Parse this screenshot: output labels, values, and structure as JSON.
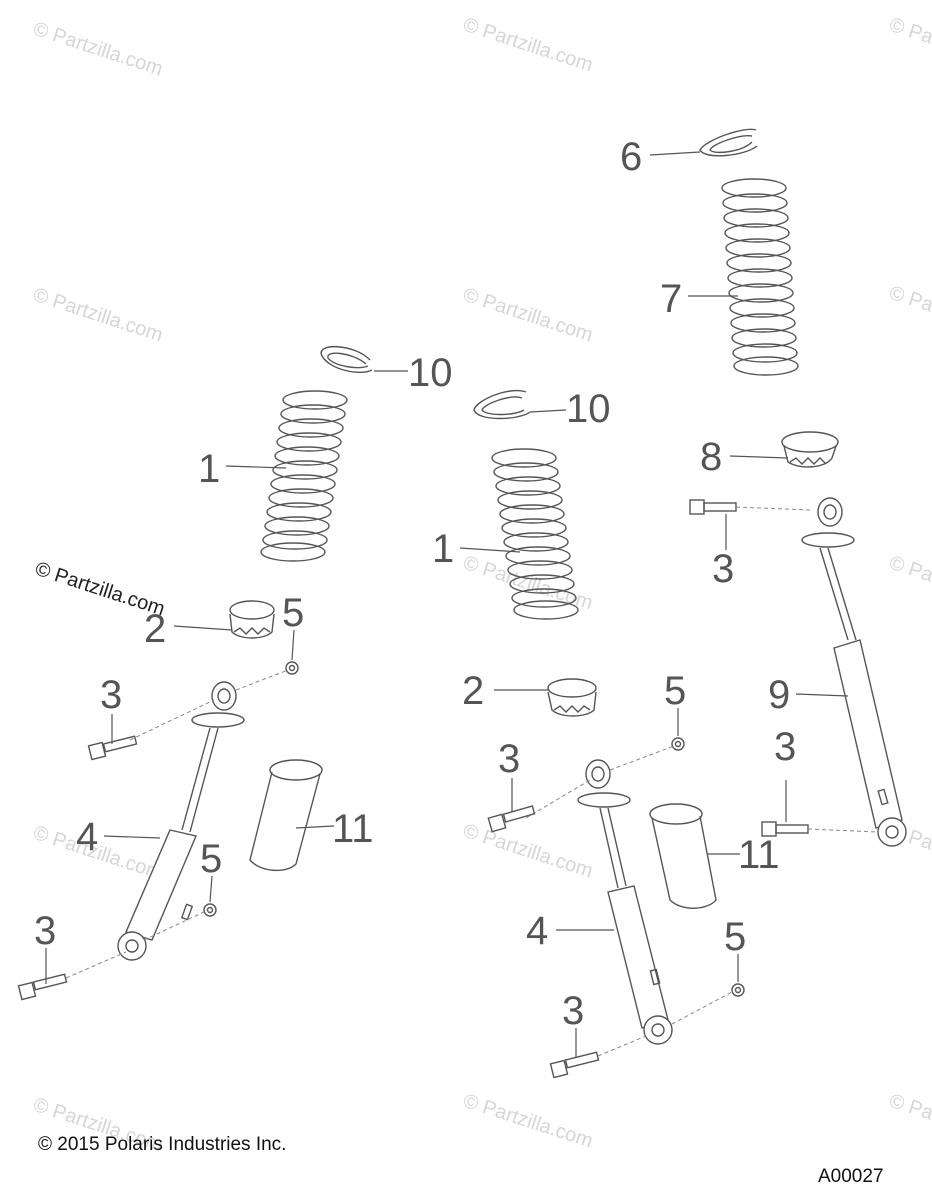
{
  "watermark": "© Partzilla.com",
  "callouts": {
    "c1a": "1",
    "c1b": "1",
    "c2a": "2",
    "c2b": "2",
    "c3a": "3",
    "c3b": "3",
    "c3c": "3",
    "c3d": "3",
    "c3e": "3",
    "c3f": "3",
    "c4a": "4",
    "c4b": "4",
    "c5a": "5",
    "c5b": "5",
    "c5c": "5",
    "c5d": "5",
    "c6": "6",
    "c7": "7",
    "c8": "8",
    "c9": "9",
    "c10a": "10",
    "c10b": "10",
    "c11a": "11",
    "c11b": "11"
  },
  "footer": {
    "copyright": "© 2015 Polaris Industries Inc.",
    "figure_id": "A00027"
  }
}
